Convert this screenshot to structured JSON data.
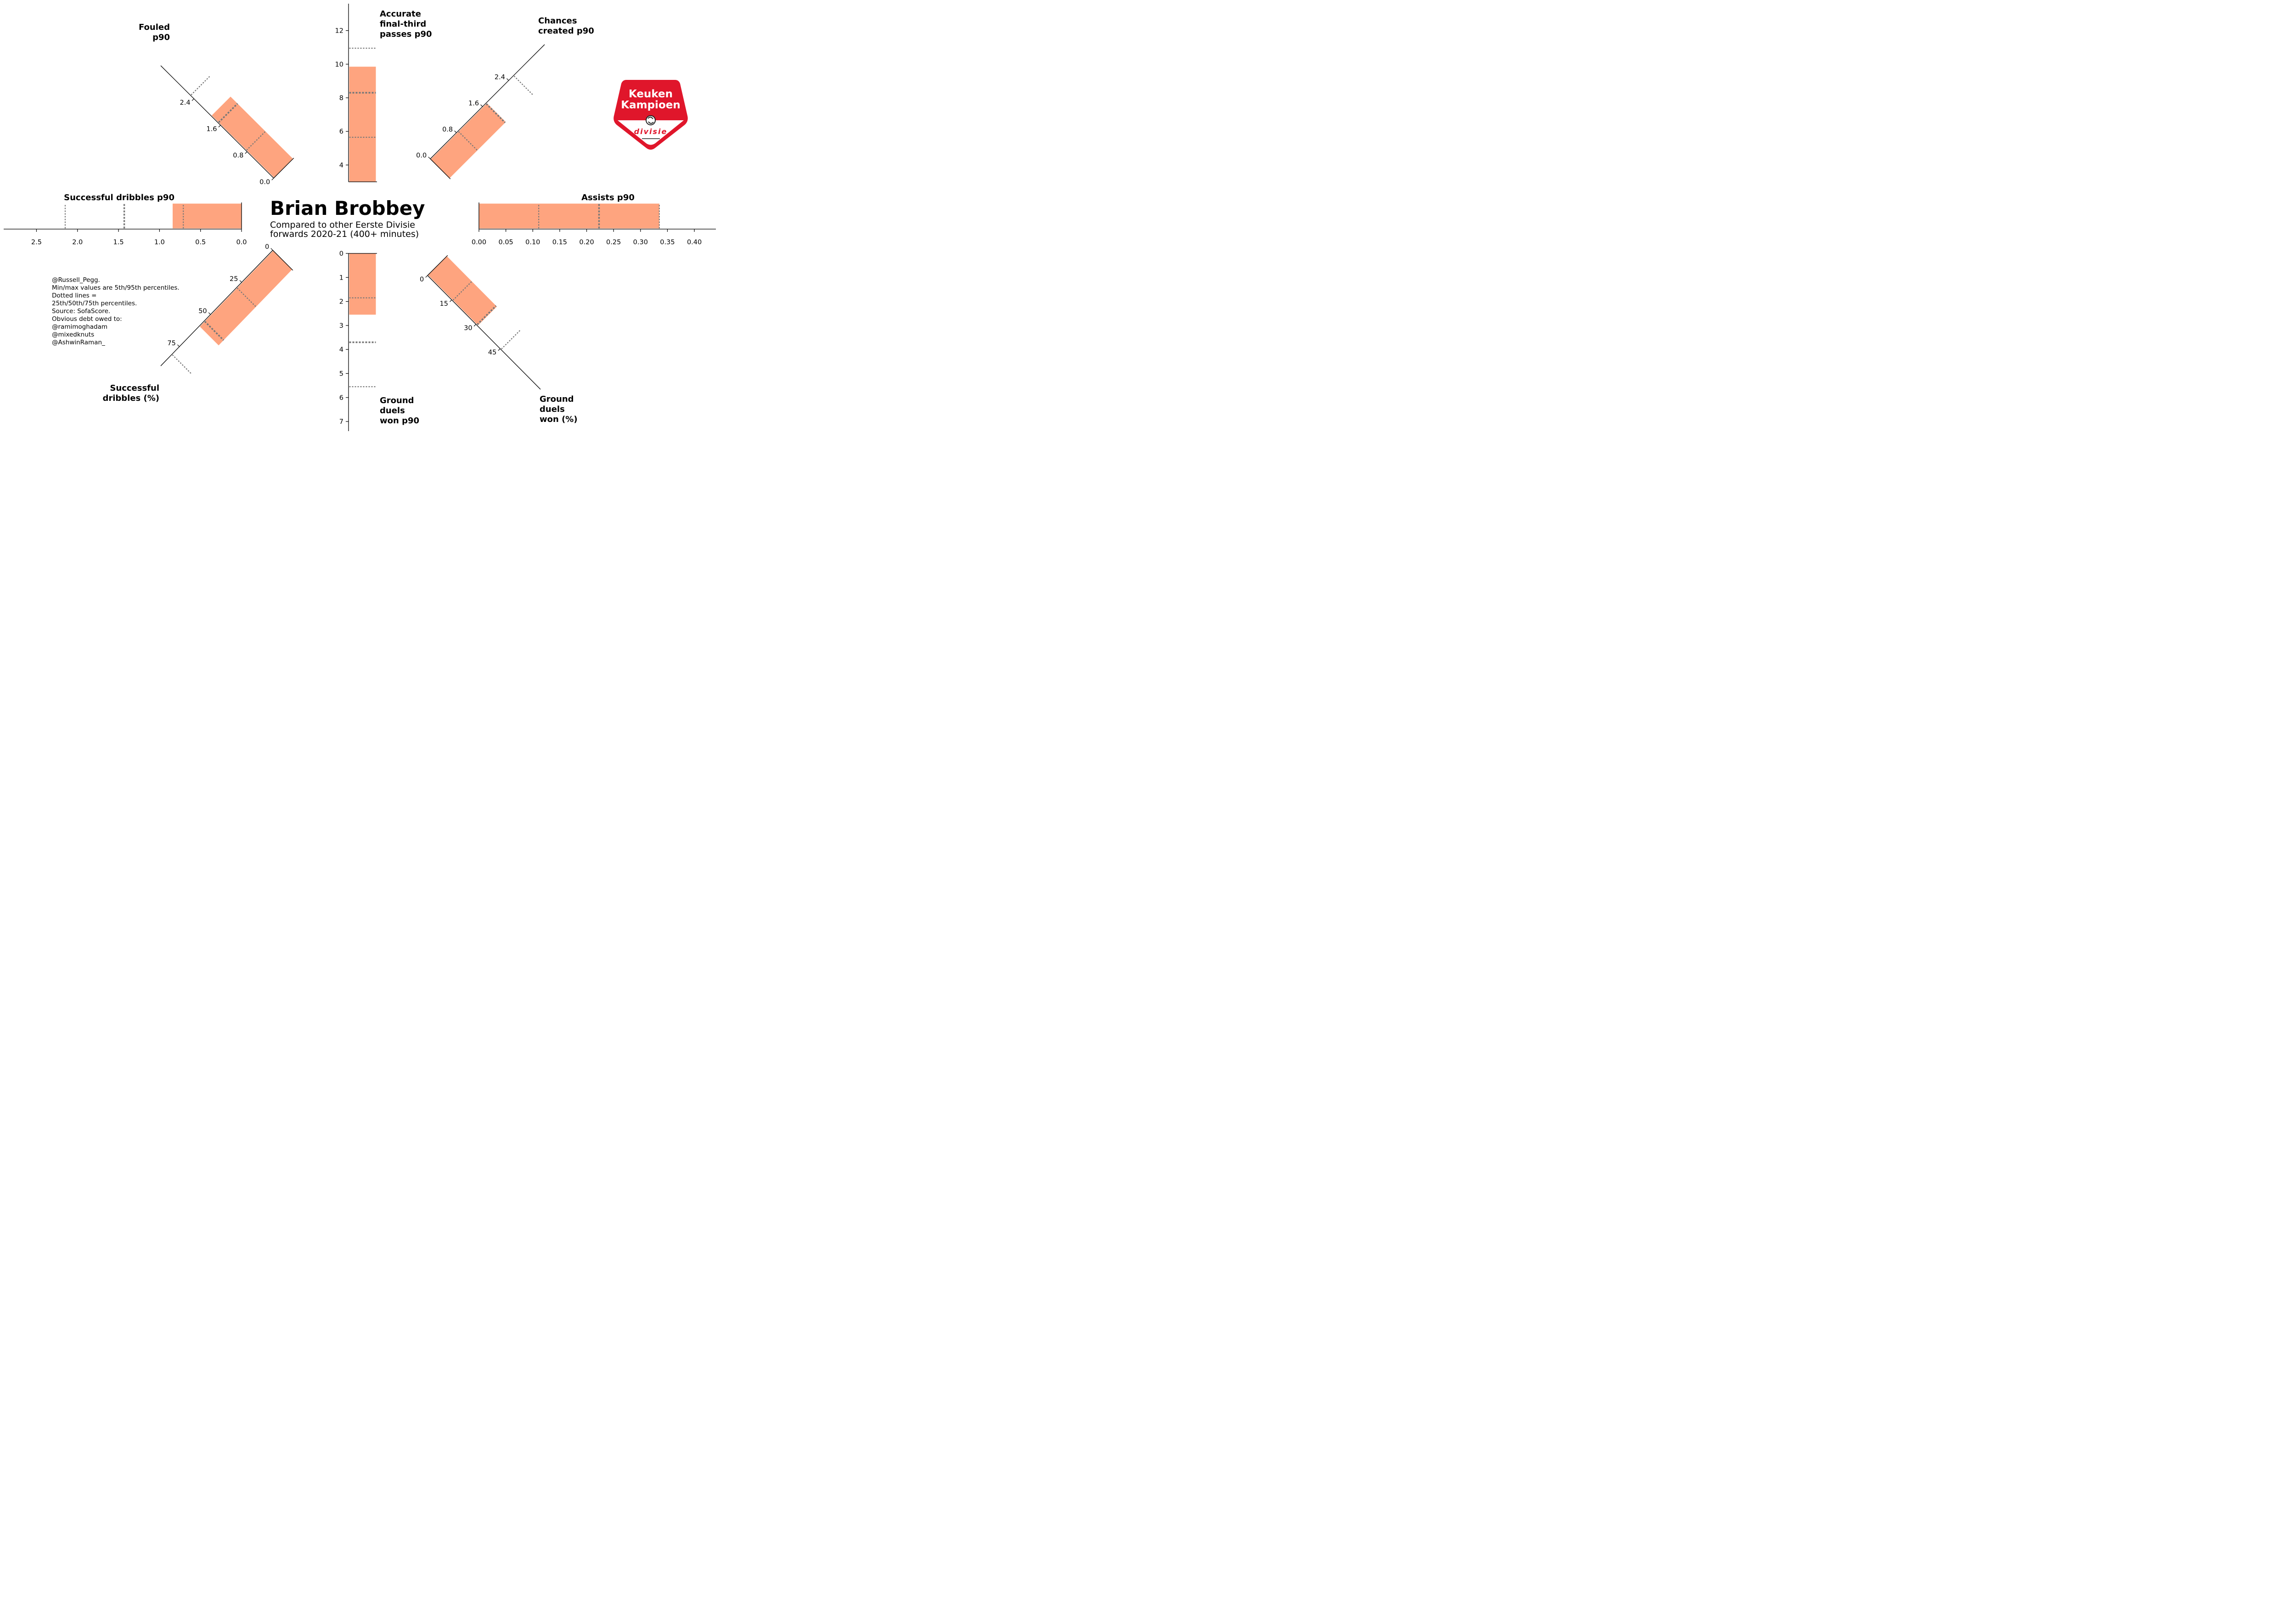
{
  "header": {
    "title": "Brian Brobbey",
    "subtitle_lines": [
      "Compared to other Eerste Divisie",
      "forwards 2020-21 (400+ minutes)"
    ]
  },
  "credits": {
    "lines": [
      "@Russell_Pegg.",
      "Min/max values are 5th/95th percentiles.",
      "Dotted lines =",
      "25th/50th/75th percentiles.",
      "Source: SofaScore.",
      "Obvious debt owed to:",
      "@ramimoghadam",
      "@mixedknuts",
      "@AshwinRaman_"
    ]
  },
  "logo": {
    "line1": "Keuken",
    "line2": "Kampioen",
    "line3": "divisie"
  },
  "colors": {
    "bar": "#fea47f",
    "axis": "#000000",
    "percentile": "#777777",
    "logo_red": "#e0162b"
  },
  "chart_data": {
    "type": "bar",
    "player": "Brian Brobbey",
    "metrics": [
      {
        "name": "Accurate final-third passes p90",
        "label_lines": [
          "Accurate",
          "final-third",
          "passes p90"
        ],
        "direction": "N",
        "value": 9.85,
        "range": [
          3.0,
          13.6
        ],
        "inverted": false,
        "ticks": [
          4,
          6,
          8,
          10,
          12
        ],
        "tick_labels": [
          "4",
          "6",
          "8",
          "10",
          "12"
        ],
        "percentiles": {
          "p25": 5.65,
          "p50": 8.3,
          "p75": 10.95
        }
      },
      {
        "name": "Chances created p90",
        "label_lines": [
          "Chances",
          "created p90"
        ],
        "direction": "NE",
        "value": 1.72,
        "range": [
          0.0,
          3.5
        ],
        "inverted": false,
        "ticks": [
          0.0,
          0.8,
          1.6,
          2.4
        ],
        "tick_labels": [
          "0.0",
          "0.8",
          "1.6",
          "2.4"
        ],
        "percentiles": {
          "p25": 0.85,
          "p50": 1.7,
          "p75": 2.55
        }
      },
      {
        "name": "Assists p90",
        "label_lines": [
          "Assists p90"
        ],
        "direction": "E",
        "value": 0.335,
        "range": [
          0.0,
          0.44
        ],
        "inverted": false,
        "ticks": [
          0.0,
          0.05,
          0.1,
          0.15,
          0.2,
          0.25,
          0.3,
          0.35,
          0.4
        ],
        "tick_labels": [
          "0.00",
          "0.05",
          "0.10",
          "0.15",
          "0.20",
          "0.25",
          "0.30",
          "0.35",
          "0.40"
        ],
        "percentiles": {
          "p25": 0.111,
          "p50": 0.223,
          "p75": 0.335
        }
      },
      {
        "name": "Ground duels won (%)",
        "label_lines": [
          "Ground",
          "duels",
          "won (%)"
        ],
        "direction": "SE",
        "value": 31,
        "range": [
          0,
          70
        ],
        "inverted": false,
        "ticks": [
          0,
          15,
          30,
          45
        ],
        "tick_labels": [
          "0",
          "15",
          "30",
          "45"
        ],
        "percentiles": {
          "p25": 15.5,
          "p50": 30.5,
          "p75": 45.5
        }
      },
      {
        "name": "Ground duels won p90",
        "label_lines": [
          "Ground",
          "duels",
          "won p90"
        ],
        "direction": "S",
        "value": 2.55,
        "range": [
          0,
          7.4
        ],
        "inverted": true,
        "ticks": [
          0,
          1,
          2,
          3,
          4,
          5,
          6,
          7
        ],
        "tick_labels": [
          "0",
          "1",
          "2",
          "3",
          "4",
          "5",
          "6",
          "7"
        ],
        "percentiles": {
          "p25": 1.85,
          "p50": 3.7,
          "p75": 5.55
        }
      },
      {
        "name": "Successful dribbles (%)",
        "label_lines": [
          "Successful",
          "dribbles (%)"
        ],
        "direction": "SW",
        "value": 59,
        "range": [
          0,
          90
        ],
        "inverted": true,
        "ticks": [
          0,
          25,
          50,
          75
        ],
        "tick_labels": [
          "0",
          "25",
          "50",
          "75"
        ],
        "percentiles": {
          "p25": 29,
          "p50": 55,
          "p75": 81
        }
      },
      {
        "name": "Successful dribbles p90",
        "label_lines": [
          "Successful dribbles p90"
        ],
        "direction": "W",
        "value": 0.84,
        "range": [
          0.0,
          2.9
        ],
        "inverted": true,
        "ticks": [
          0.0,
          0.5,
          1.0,
          1.5,
          2.0,
          2.5
        ],
        "tick_labels": [
          "0.0",
          "0.5",
          "1.0",
          "1.5",
          "2.0",
          "2.5"
        ],
        "percentiles": {
          "p25": 0.71,
          "p50": 1.43,
          "p75": 2.15
        }
      },
      {
        "name": "Fouled p90",
        "label_lines": [
          "Fouled",
          "p90"
        ],
        "direction": "NW",
        "value": 1.88,
        "range": [
          0.0,
          3.4
        ],
        "inverted": true,
        "ticks": [
          0.0,
          0.8,
          1.6,
          2.4
        ],
        "tick_labels": [
          "0.0",
          "0.8",
          "1.6",
          "2.4"
        ],
        "percentiles": {
          "p25": 0.83,
          "p50": 1.67,
          "p75": 2.5
        }
      }
    ]
  }
}
